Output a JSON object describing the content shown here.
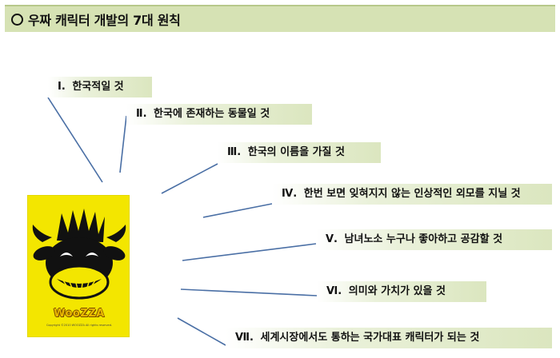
{
  "header": {
    "title": "우짜 캐릭터 개발의 7대 원칙"
  },
  "principles": [
    {
      "num": "Ⅰ.",
      "text": "한국적일 것"
    },
    {
      "num": "Ⅱ.",
      "text": "한국에 존재하는 동물일 것"
    },
    {
      "num": "Ⅲ.",
      "text": "한국의 이름을 가질 것"
    },
    {
      "num": "Ⅳ.",
      "text": "한번 보면 잊혀지지 않는 인상적인 외모를 지닐 것"
    },
    {
      "num": "Ⅴ.",
      "text": "남녀노소 누구나 좋아하고 공감할 것"
    },
    {
      "num": "Ⅵ.",
      "text": "의미와 가치가 있을 것"
    },
    {
      "num": "Ⅶ.",
      "text": "세계시장에서도 통하는 국가대표 캐릭터가 되는 것"
    }
  ],
  "mascot": {
    "brand": "WooZZA",
    "copyright": "Copyright ©2010 WOOZZA All rights reserved.",
    "colors": {
      "background": "#f3e600",
      "character": "#111111",
      "brand": "#e9b800"
    }
  },
  "colors": {
    "header_bg": "#d6e2b4",
    "connector": "#4a6fa5",
    "label_bg": "#dbe6bf"
  }
}
